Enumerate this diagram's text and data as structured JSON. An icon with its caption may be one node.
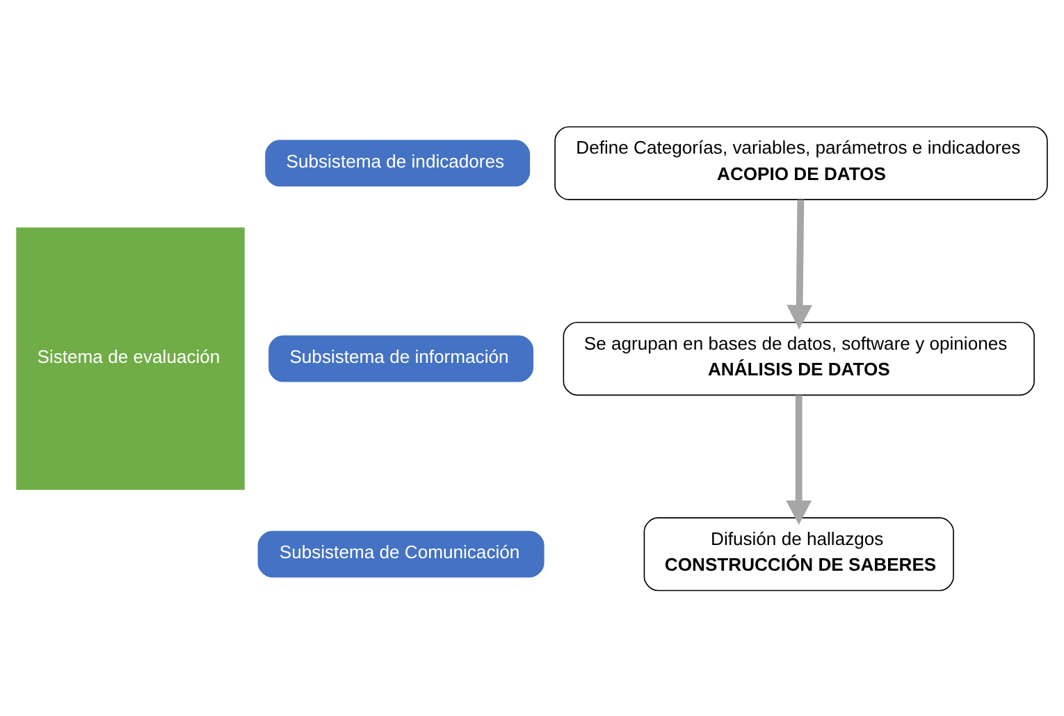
{
  "diagram": {
    "nodes": [
      {
        "text": [
          "Sistema de evaluación"
        ]
      },
      {
        "text": [
          "Subsistema de indicadores"
        ]
      },
      {
        "text": [
          "Define Categorías, variables, parámetros e indicadores",
          "ACOPIO DE DATOS"
        ]
      },
      {
        "text": [
          "Subsistema de información"
        ]
      },
      {
        "text": [
          "Se agrupan en bases de datos, software y opiniones",
          "ANÁLISIS DE DATOS"
        ]
      },
      {
        "text": [
          "Subsistema de Comunicación"
        ]
      },
      {
        "text": [
          "Difusión de hallazgos",
          "CONSTRUCCIÓN DE SABERES"
        ]
      }
    ],
    "edges": [
      {
        "from": 2,
        "to": 4,
        "arrow": "to",
        "color": "#a6a6a6"
      },
      {
        "from": 4,
        "to": 6,
        "arrow": "to",
        "color": "#a6a6a6"
      }
    ]
  }
}
